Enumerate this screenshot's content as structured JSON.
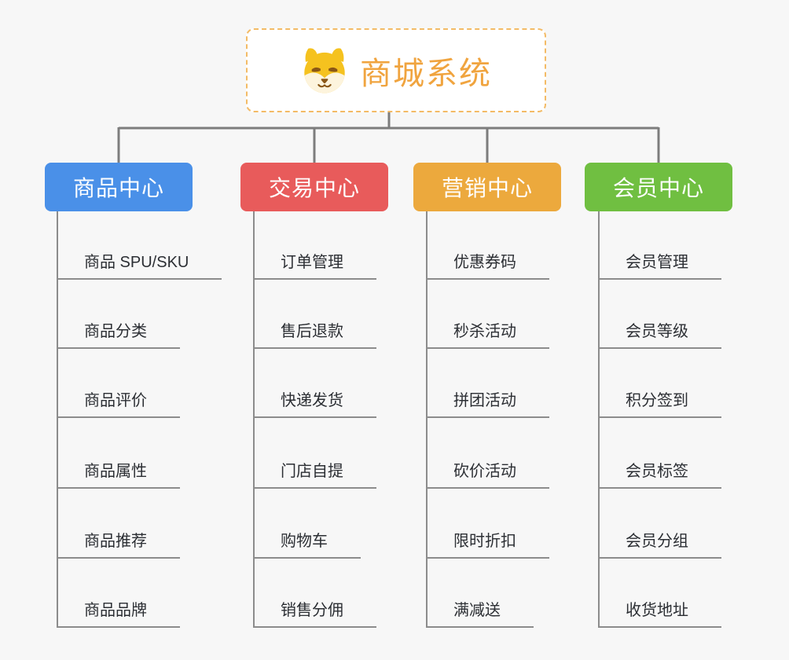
{
  "root": {
    "title": "商城系统",
    "icon": "dog-face-icon",
    "title_color": "#f0a43f",
    "border_color": "#f3bb66"
  },
  "branches": [
    {
      "label": "商品中心",
      "color": "#4a90e8",
      "items": [
        "商品 SPU/SKU",
        "商品分类",
        "商品评价",
        "商品属性",
        "商品推荐",
        "商品品牌"
      ]
    },
    {
      "label": "交易中心",
      "color": "#e85b5b",
      "items": [
        "订单管理",
        "售后退款",
        "快递发货",
        "门店自提",
        "购物车",
        "销售分佣"
      ]
    },
    {
      "label": "营销中心",
      "color": "#eca93d",
      "items": [
        "优惠券码",
        "秒杀活动",
        "拼团活动",
        "砍价活动",
        "限时折扣",
        "满减送"
      ]
    },
    {
      "label": "会员中心",
      "color": "#70bf41",
      "items": [
        "会员管理",
        "会员等级",
        "积分签到",
        "会员标签",
        "会员分组",
        "收货地址"
      ]
    }
  ],
  "connector_color": "#7d7d7d"
}
